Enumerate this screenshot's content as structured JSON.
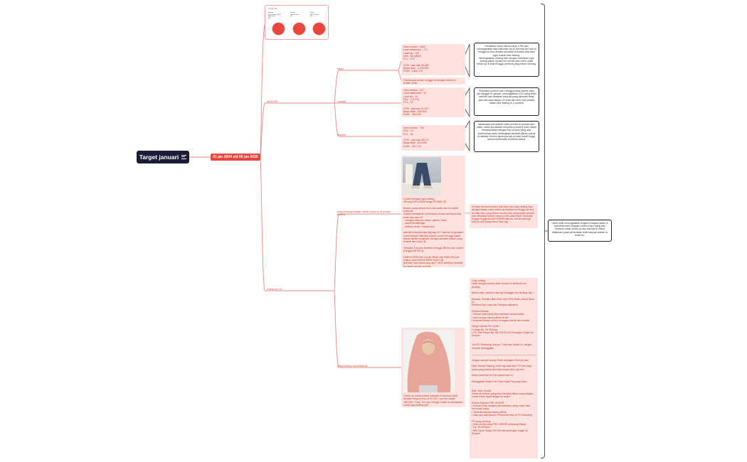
{
  "root": {
    "title": "Target januari",
    "icon": "menu-lines-icon"
  },
  "date_range": "01 jan 2024 s/d 06 jan 2036",
  "summary_chart": {
    "title": "TOTAL 0%",
    "blocks": [
      "Shopee\nView content: 9810\nAdd to cart: ...\nRp: ...",
      "Lazada\nView content: ...\nRp: ...",
      "Other\nView content: ...\nRp: ..."
    ]
  },
  "branches": {
    "acquisition": "AKUISISI",
    "followup": "Follow up CS"
  },
  "platforms": [
    {
      "label": "Sales",
      "stats": "View content : 2569\nLead dashboard : 171\nLead wa : 115\nFbm : 85 (@60)\nPCL : 273\n\nCPM : rata-rata 26.389\nBiaya Iklan : 4.226.500\nProfit : 1.562.719",
      "extra": "Pembuatan konten minggu ini dengan referensi konten di tiki",
      "note": "Perbaikan untuk menurunkan CPM dan meningkatkan rata-rata lead via IG biil lead per hari di minggu ke dua dengan produksi di konten ada baru agar masuk fase testing.\nMeningkatkan closing rate dengan membuat copy writing follow up baru itu sesuai baru lebih untuk follow up di lead minggu pertama yang belum closing."
    },
    {
      "label": "Lazada",
      "stats": "View content : 227\nLead dashboard : 22\nLead wa : 24\nFbm : 4 (17%)\nPCL : 14\n\nCPM : rata-rata 31.607\nBiaya Iklan : 530.500\nProfit : -260.200",
      "note": "Perbaikan content ads, menggunakan konten baru per tanggal 01 januari, meningkatkan CDO yang lebih tambah dan tanaikan lead wa yang dipindah tetap ada rata-rata mampu 20 lead dan lamu hari (masih dalam fase testing di 4 content)"
    },
    {
      "label": "Shopee",
      "stats": "View content : 754\nFbm : 14\nPCL : 36\n\nCPM : rata-rata 38.174\nBiaya Iklan : 829.990\nProfit : -187.712",
      "note": "Melakukan perubahan video produk di produk baru seller, untuk perubahan tempilan produk di toko masih menyesuaikan dengan foto produk yang ada, sebelumnya akan melengkapi kembali pilihan warna di lakukan hemen laponsya dan produk masih tinggi, namun terkendala di pilihan warna."
    }
  ],
  "followup_items": [
    {
      "label": "yang sedang berjalan untuk follow up di produk kolame",
      "caption": "Culotte dengan copy writing:\n🔥Lanjut DELAPAN harga PROMO 🔥\n\nBunda, yang celana ini di cari-cariin dan itu sudah ready 😍\nCelana kemejakan untuk kamu bunda semanya bisa kasih apa apa ni?\n- sebagai dalaman dress / gamis / tunik\n- untuk berolahraga\n- celana rumah / celana tidur\n\nada lima kira-kira tiga lagi lagi ini ? harmon di gunakan untuk banyak aktivitas karena cocok! Menggunakan bahan stretch poliyester dengan karakter bahan yang lembut dan lentur 😍\n\nTersedia 3 ukuran Medium (Hingga BB 60) dan Jumbo (Hingga BB 90) 😘\n\nHARGA SPECIAL LAUNCHING dari Rp60.000 per celana, jadi HANYA 39RB SAJA!! 😱\njadi kam mau warna apa aja?? di ini sebelum kembali ke harga normal ya 😍🔥",
      "note": "di bulan kemarin konten foto baru dan copy writing baru dengan tujuan untuk follow up kembali di minggu ke dua itu data baru yang belum closing dan yang sudah pernah beli, difasikan bahwa harga promo ada masih *sesudah hingga hingga bunda* terlebih dahulu ,bunda ada lagi stok ya ada yang belum bisa lagi"
    },
    {
      "label": "yang sedang di persiapkan",
      "caption": "Follow up untuk produk hafsawa di kirimkan akhir dengan harga promo di 50.000 / pcs dan paket 150.000 / 3 pcs. PO nya, minggu masih di persiapkan untuk copy writing nya",
      "copy": "Copy writing:\nUdah dengan pesta politik, bunda ini terkenal info penting.\n\nBelum bisa, sebelum dan ga ketinggal info penting lagi ☆\n\nBundaa, Terbaik Hijab Dulu Open Pre-Order penuhi Bulu ini\nPertama Baru saja dan Terlepas siapapun.\n\nKhimar Mauwa:\n• Khimar syari yang bisa menutupi semua dada\n• Ada banyak warna pilihan di sini\n• Inspirasi Bahan umum di segala warna dan kondisi\n\nHarga Special Pre-Order:\n• Harga Rp. 50.000/pcs\n• PO Jadi Hanya Rp.150.000 PLUS Potongan Ongkir ke Shopee\n\n\nYuk PO Sekarang, Hanya 7 Hari dan Masih Ini Jangan Sampai Ketinggalan\n\n_______________________________________________\n\nJangan sampai bunda Tidak Kebagian Stok ya yaa!\n\nHalo, Bunda Sayang, kami lagi ada open PO dan bagi kamu yang belum beli bisa mesan kirim aja bun\n\nKamu bisa lihat di Foto warna baru ni\n\nKetinggalan Bulan Pre-Order Hijab Penyanyi Baru\n\n\nBaik, Halo bunda\nSelain itu khimar yang bisa menjadi pilihan yang elegan, cocok untuk Ngaji hingga ke acara\n\nKhimar Mauwa PRE-ORDER\n• Khimar lebar dengan pad hafsawa, yang super bisa menutupi ruang\n• Tersedia banyak warna pilihan\n• Mau apa ada semua, Pembelian bisa di PO sekarang\n\nPO yang penting:\n• Kain bunda yang PRE-ORDER sekarang Harga\n• Rp. 50.000/pcs\n• Beli 3 pcs Harga 150.000 ada potongan ongkir ke Shopee"
    }
  ],
  "right_note": "untuk lebih meningkatkan tingkat di bagian sales di butuhkan lebih banyak content baru untuk ads maupun untuk follow up dan closing di. Maka dilakukan pada pembuatan lebih banyak konten di bulan ini.",
  "colors": {
    "root_bg": "#1c1c3a",
    "date_bg": "#e8463f",
    "node_bg": "#fde2e0",
    "link": "#e8847c",
    "text": "#c0392b"
  }
}
